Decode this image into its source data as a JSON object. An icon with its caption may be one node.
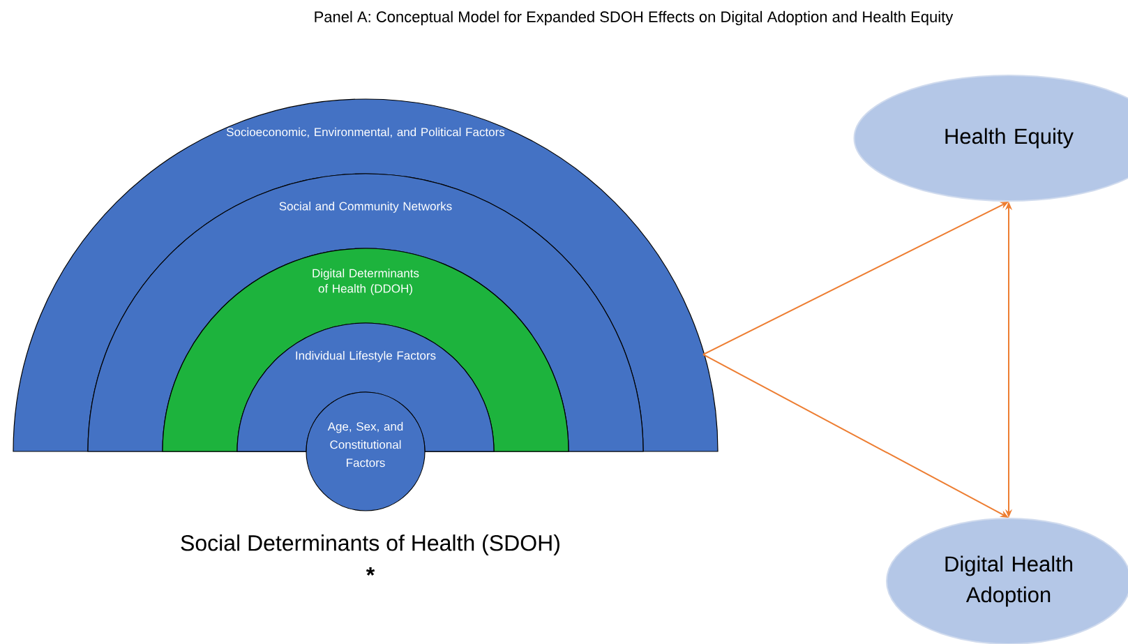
{
  "diagram": {
    "title": "Panel A: Conceptual Model for Expanded SDOH Effects on Digital Adoption and Health Equity",
    "nodes": [
      {
        "text": [
          "Socioeconomic, Environmental, and Political Factors"
        ]
      },
      {
        "text": [
          "Social and Community Networks"
        ],
        "in": 0
      },
      {
        "text": [
          "Digital Determinants of Health (DDOH)"
        ],
        "in": 1
      },
      {
        "text": [
          "Individual Lifestyle Factors"
        ],
        "in": 2
      },
      {
        "text": [
          "Age, Sex, and Constitutional Factors"
        ]
      },
      {
        "text": [
          "Health Equity"
        ]
      },
      {
        "text": [
          "Digital Health Adoption"
        ]
      }
    ],
    "edges": [
      {
        "from": 0,
        "to": 5,
        "arrow": "to"
      },
      {
        "from": 0,
        "to": 6,
        "arrow": "to"
      },
      {
        "from": 6,
        "to": 5,
        "arrow": "both"
      }
    ],
    "labels": [
      "Social Determinants of Health (SDOH)",
      "*"
    ]
  }
}
